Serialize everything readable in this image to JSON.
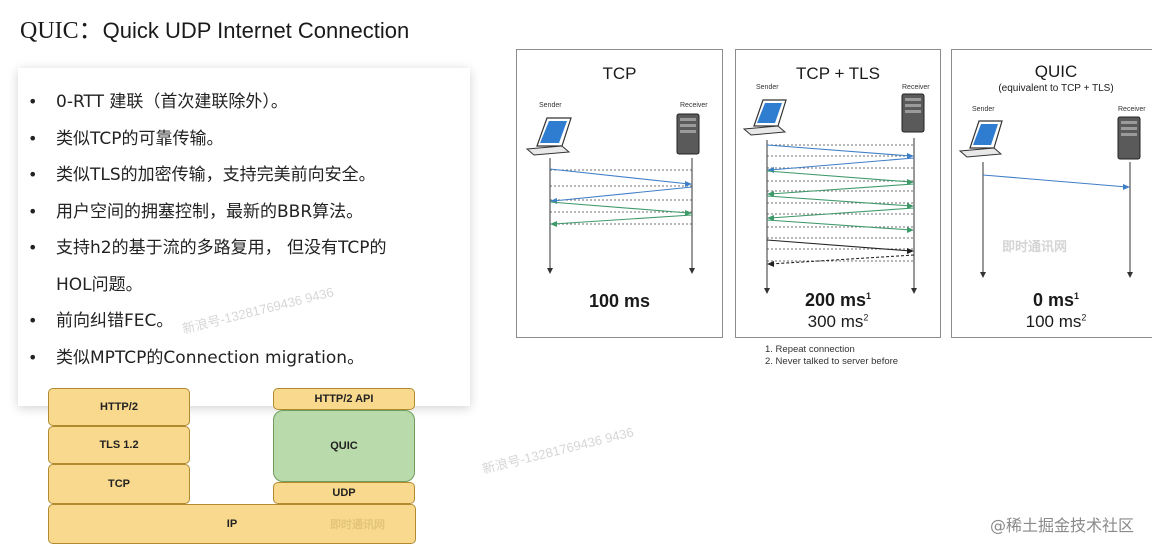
{
  "title": {
    "prefix": "QUIC：",
    "text": "Quick UDP Internet Connection"
  },
  "bullets": [
    "0-RTT 建联（首次建联除外）。",
    "类似TCP的可靠传输。",
    "类似TLS的加密传输，支持完美前向安全。",
    "用户空间的拥塞控制，最新的BBR算法。",
    "支持h2的基于流的多路复用， 但没有TCP的",
    "HOL问题。",
    "前向纠错FEC。",
    "类似MPTCP的Connection migration。"
  ],
  "stack": {
    "http2": "HTTP/2",
    "tls": "TLS 1.2",
    "tcp": "TCP",
    "ip": "IP",
    "http2api": "HTTP/2 API",
    "quic": "QUIC",
    "udp": "UDP"
  },
  "panels": {
    "tcp": {
      "title": "TCP",
      "sender": "Sender",
      "receiver": "Receiver",
      "time": "100 ms"
    },
    "tcptls": {
      "title": "TCP + TLS",
      "sender": "Sender",
      "receiver": "Receiver",
      "time1": "200 ms",
      "sup1": "1",
      "time2": "300 ms",
      "sup2": "2"
    },
    "quic": {
      "title": "QUIC",
      "subtitle": "(equivalent to TCP + TLS)",
      "sender": "Sender",
      "receiver": "Receiver",
      "time1": "0 ms",
      "sup1": "1",
      "time2": "100 ms",
      "sup2": "2"
    }
  },
  "footnotes": [
    "1. Repeat connection",
    "2. Never talked to server before"
  ],
  "logo": {
    "text": "即时通讯网"
  },
  "watermark": "新浪号-13281769436 9436",
  "credit": "@稀土掘金技术社区",
  "colors": {
    "blue": "#3f7fc8",
    "green": "#3f9a6a",
    "black": "#222222",
    "block": "#f8d98d",
    "quic": "#b9dbab"
  }
}
